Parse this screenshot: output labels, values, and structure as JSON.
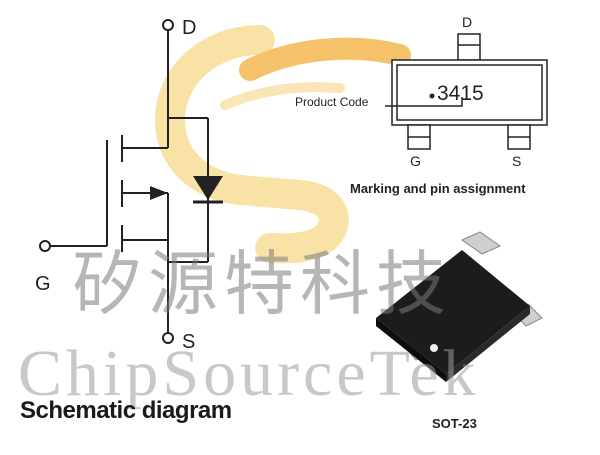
{
  "schematic": {
    "pin_d": "D",
    "pin_g": "G",
    "pin_s": "S",
    "caption": "Schematic diagram"
  },
  "marking": {
    "pin_d": "D",
    "pin_g": "G",
    "pin_s": "S",
    "code": "3415",
    "product_code_label": "Product Code",
    "caption": "Marking and pin assignment"
  },
  "package": {
    "caption": "SOT-23"
  },
  "watermark": {
    "chinese": "矽源特科技",
    "english": "ChipSourceTek",
    "logo_colors": [
      "#f6d98a",
      "#f3b24a"
    ]
  }
}
